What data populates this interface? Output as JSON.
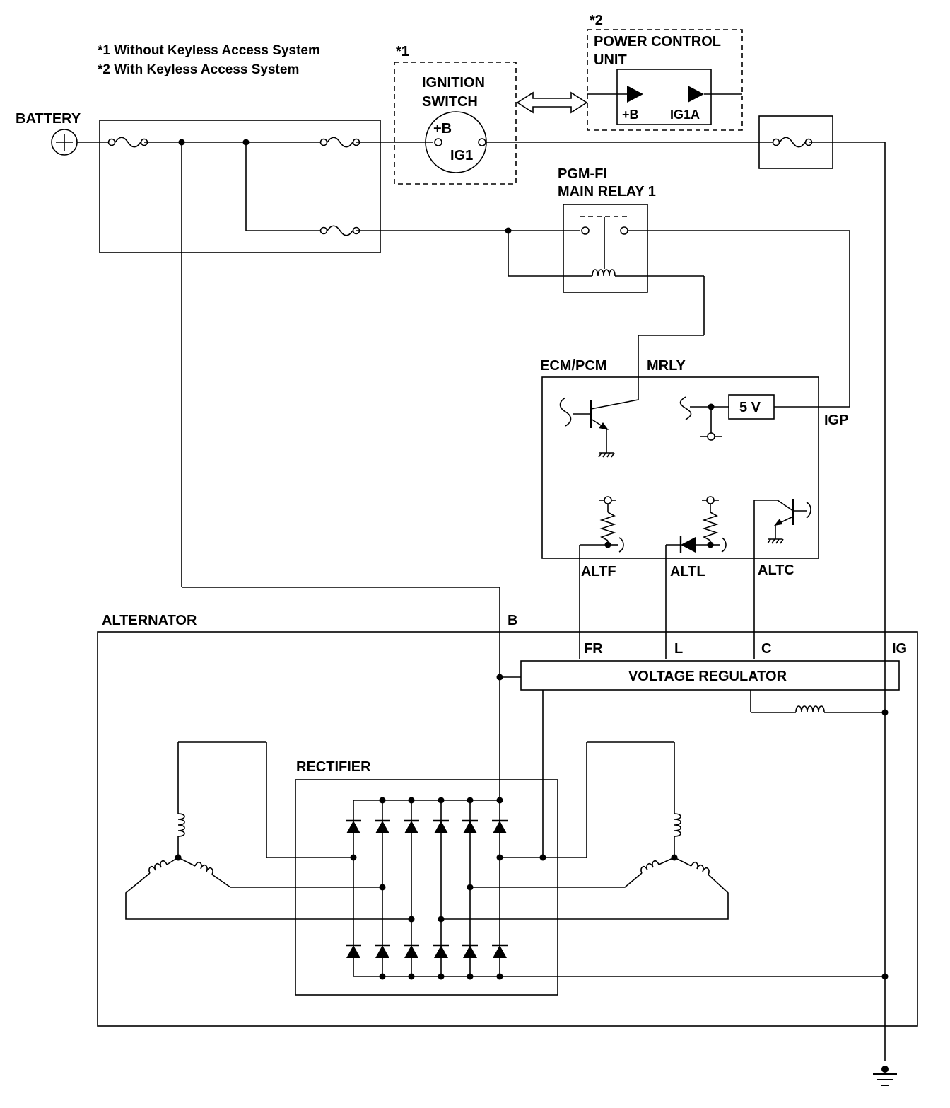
{
  "notes": {
    "note1": "*1 Without Keyless Access System",
    "note2": "*2 With Keyless Access System"
  },
  "labels": {
    "battery": "BATTERY",
    "ign_ref": "*1",
    "ign_line1": "IGNITION",
    "ign_line2": "SWITCH",
    "ign_plusb": "+B",
    "ign_ig1": "IG1",
    "pcu_ref": "*2",
    "pcu_line1": "POWER CONTROL",
    "pcu_line2": "UNIT",
    "pcu_plusb": "+B",
    "pcu_ig1a": "IG1A",
    "relay_line1": "PGM-FI",
    "relay_line2": "MAIN RELAY 1",
    "ecm": "ECM/PCM",
    "mrly": "MRLY",
    "five_v": "5 V",
    "igp": "IGP",
    "altf": "ALTF",
    "altl": "ALTL",
    "altc": "ALTC",
    "alternator": "ALTERNATOR",
    "b": "B",
    "fr": "FR",
    "l": "L",
    "c": "C",
    "ig": "IG",
    "voltage_regulator": "VOLTAGE REGULATOR",
    "rectifier": "RECTIFIER"
  }
}
